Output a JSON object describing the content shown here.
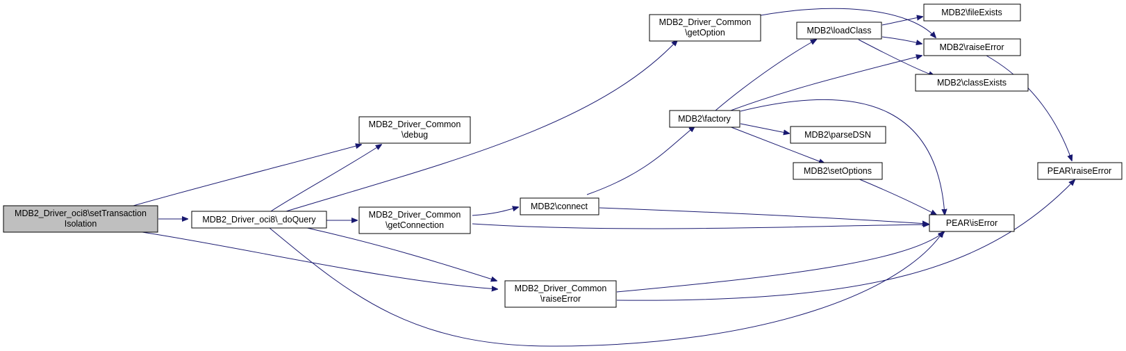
{
  "colors": {
    "edge": "#191970",
    "node_fill": "#ffffff",
    "root_fill": "#bfbfbf",
    "node_border": "#000000"
  },
  "nodes": {
    "root": {
      "lines": [
        "MDB2_Driver_oci8\\setTransaction",
        "Isolation"
      ]
    },
    "doQuery": {
      "lines": [
        "MDB2_Driver_oci8\\_doQuery"
      ]
    },
    "debug": {
      "lines": [
        "MDB2_Driver_Common",
        "\\debug"
      ]
    },
    "getOption": {
      "lines": [
        "MDB2_Driver_Common",
        "\\getOption"
      ]
    },
    "getConnection": {
      "lines": [
        "MDB2_Driver_Common",
        "\\getConnection"
      ]
    },
    "commonRaiseError": {
      "lines": [
        "MDB2_Driver_Common",
        "\\raiseError"
      ]
    },
    "connect": {
      "lines": [
        "MDB2\\connect"
      ]
    },
    "factory": {
      "lines": [
        "MDB2\\factory"
      ]
    },
    "loadClass": {
      "lines": [
        "MDB2\\loadClass"
      ]
    },
    "parseDSN": {
      "lines": [
        "MDB2\\parseDSN"
      ]
    },
    "setOptions": {
      "lines": [
        "MDB2\\setOptions"
      ]
    },
    "fileExists": {
      "lines": [
        "MDB2\\fileExists"
      ]
    },
    "mdb2RaiseError": {
      "lines": [
        "MDB2\\raiseError"
      ]
    },
    "classExists": {
      "lines": [
        "MDB2\\classExists"
      ]
    },
    "isError": {
      "lines": [
        "PEAR\\isError"
      ]
    },
    "pearRaiseError": {
      "lines": [
        "PEAR\\raiseError"
      ]
    }
  }
}
